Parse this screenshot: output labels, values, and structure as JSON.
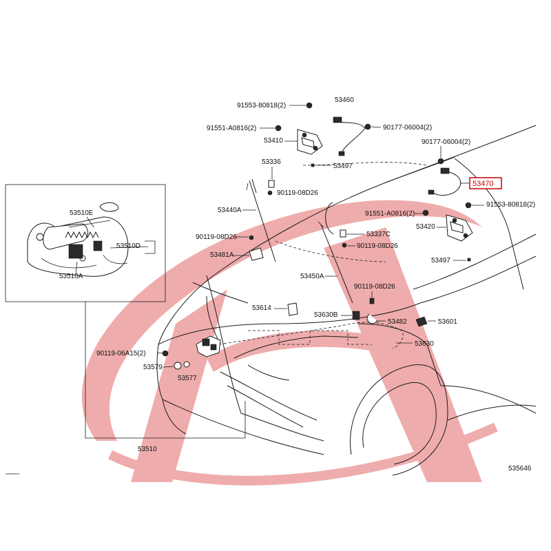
{
  "diagram_id": "535646",
  "highlight_color": "#cc0000",
  "watermark_color": "#e36a6a",
  "labels": {
    "p91553_top": "91553-80818(2)",
    "p91551_top": "91551-A0816(2)",
    "p53410": "53410",
    "p53460": "53460",
    "p90177_top": "90177-06004(2)",
    "p53497_top": "53497",
    "p53336": "53336",
    "p90119_a": "90119-08D26",
    "p53440A": "53440A",
    "p90119_b": "90119-08D26",
    "p53481A": "53481A",
    "p53337C": "53337C",
    "p90119_c": "90119-08D26",
    "p53450A": "53450A",
    "p90119_d": "90119-08D26",
    "p53614": "53614",
    "p53630B": "53630B",
    "p53482": "53482",
    "p53601": "53601",
    "p53630": "53630",
    "p90119_e": "90119-06A15(2)",
    "p53579": "53579",
    "p53577": "53577",
    "p53510": "53510",
    "p53510E": "53510E",
    "p53510D": "53510D",
    "p53510A": "53510A",
    "p90177_right": "90177-06004(2)",
    "p53470": "53470",
    "p91551_right": "91551-A0816(2)",
    "p91553_right": "91553-80818(2)",
    "p53420": "53420",
    "p53497_right": "53497"
  }
}
